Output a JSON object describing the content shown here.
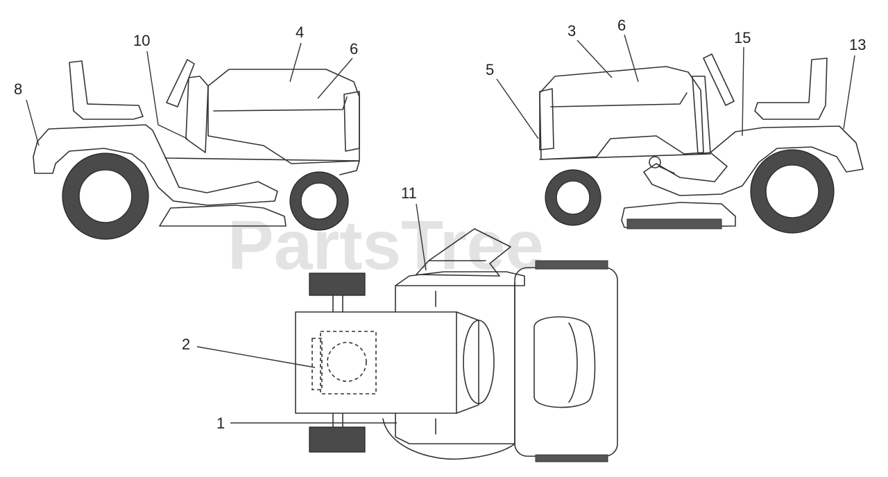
{
  "watermark": "PartsTree",
  "callouts": {
    "c1": "1",
    "c2": "2",
    "c3": "3",
    "c4": "4",
    "c5": "5",
    "c6a": "6",
    "c6b": "6",
    "c8": "8",
    "c10": "10",
    "c11": "11",
    "c13": "13",
    "c15": "15"
  }
}
